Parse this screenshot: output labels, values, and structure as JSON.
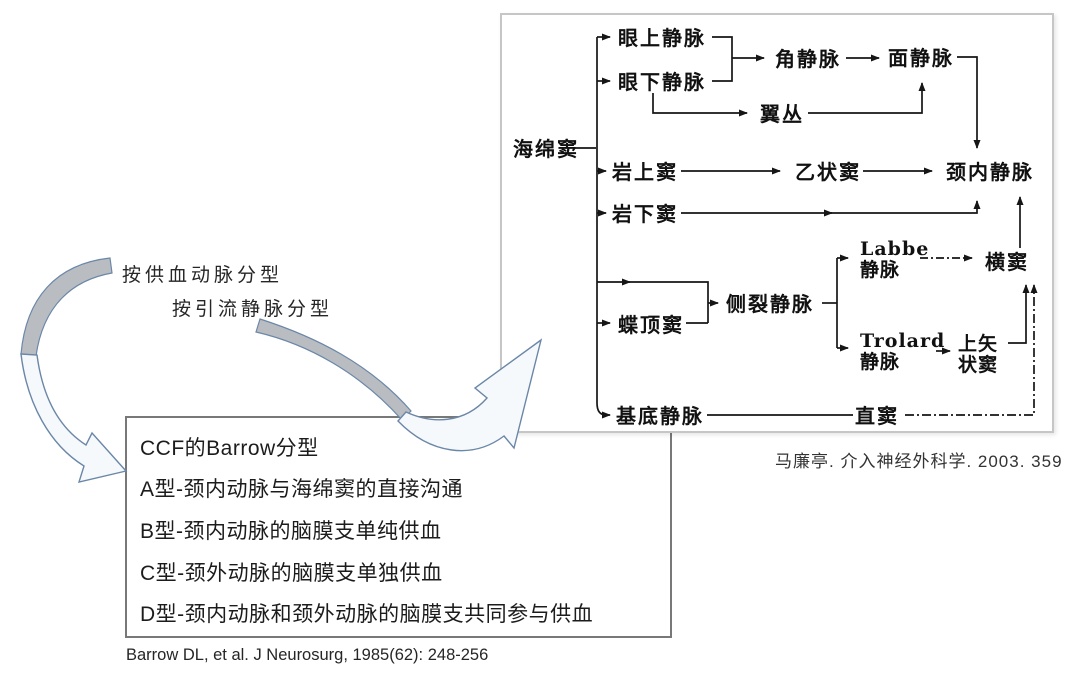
{
  "left_labels": {
    "by_feeding_artery": "按供血动脉分型",
    "by_draining_vein": "按引流静脉分型"
  },
  "classification_box": {
    "title": "CCF的Barrow分型",
    "items": [
      "A型-颈内动脉与海绵窦的直接沟通",
      "B型-颈内动脉的脑膜支单纯供血",
      "C型-颈外动脉的脑膜支单独供血",
      "D型-颈内动脉和颈外动脉的脑膜支共同参与供血"
    ]
  },
  "references": {
    "diagram_source": "马廉亭. 介入神经外科学. 2003. 359",
    "barrow_paper": "Barrow DL, et al. J Neurosurg, 1985(62): 248-256"
  },
  "diagram": {
    "nodes": {
      "cavernous_sinus": "海绵窦",
      "superior_ophthalmic_vein": "眼上静脉",
      "inferior_ophthalmic_vein": "眼下静脉",
      "angular_vein": "角静脉",
      "facial_vein": "面静脉",
      "pterygoid_plexus": "翼丛",
      "superior_petrosal_sinus": "岩上窦",
      "sigmoid_sinus": "乙状窦",
      "internal_jugular_vein": "颈内静脉",
      "inferior_petrosal_sinus": "岩下窦",
      "sphenoparietal_sinus": "蝶顶窦",
      "sylvian_vein": "侧裂静脉",
      "labbe_line1": "Labbe",
      "labbe_line2": "静脉",
      "transverse_sinus": "横窦",
      "trolard_line1": "Trolard",
      "trolard_line2": "静脉",
      "superior_sagittal_line1": "上矢",
      "superior_sagittal_line2": "状窦",
      "basal_vein": "基底静脉",
      "straight_sinus": "直窦"
    }
  },
  "colors": {
    "diagram_line": "#161616",
    "curved_arrow_fill": "#b9bdc2",
    "curved_arrow_outline": "#6b87a8",
    "hollow_arrow_fill": "#f6f9fc",
    "classification_border": "#787878",
    "flowchart_border": "#c6c6c6"
  }
}
